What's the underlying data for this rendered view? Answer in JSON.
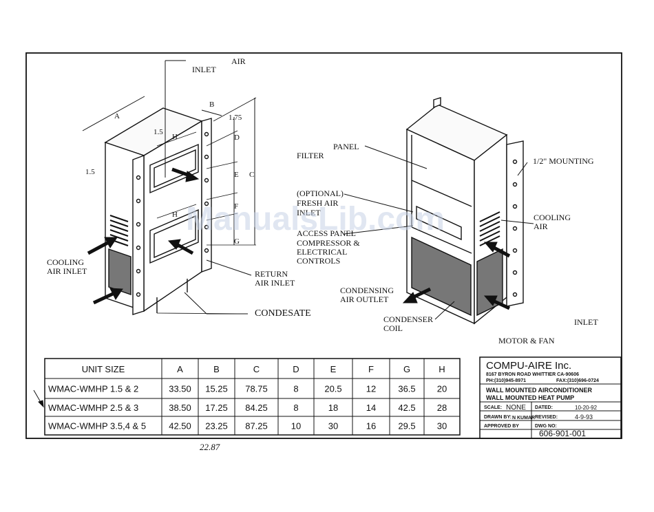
{
  "labels": {
    "air": "AIR",
    "inlet_top": "INLET",
    "dim_a": "A",
    "dim_b": "B",
    "dim_c": "C",
    "dim_d": "D",
    "dim_e": "E",
    "dim_f": "F",
    "dim_g": "G",
    "dim_h_top": "H",
    "dim_h_bottom": "H",
    "dim_175": "1.75",
    "dim_15_top": "1.5",
    "dim_15_left": "1.5",
    "cooling_air_inlet_1": "COOLING",
    "cooling_air_inlet_2": "AIR INLET",
    "return_air_inlet_1": "RETURN",
    "return_air_inlet_2": "AIR INLET",
    "condesate": "CONDESATE",
    "filter": "FILTER",
    "panel": "PANEL",
    "optional_1": "(OPTIONAL)",
    "optional_2": "FRESH AIR",
    "optional_3": "INLET",
    "access_1": "ACCESS PANEL",
    "access_2": "COMPRESSOR &",
    "access_3": "ELECTRICAL",
    "access_4": "CONTROLS",
    "mounting": "1/2\" MOUNTING",
    "cooling_air_1": "COOLING",
    "cooling_air_2": "AIR",
    "condensing_1": "CONDENSING",
    "condensing_2": "AIR OUTLET",
    "condenser_1": "CONDENSER",
    "condenser_2": "COIL",
    "inlet_right": "INLET",
    "motor_fan": "MOTOR & FAN",
    "handwritten_note": "22.87"
  },
  "watermark": "ManualsLib.com",
  "spec_table": {
    "headers": [
      "UNIT SIZE",
      "A",
      "B",
      "C",
      "D",
      "E",
      "F",
      "G",
      "H"
    ],
    "rows": [
      [
        "WMAC-WMHP  1.5 & 2",
        "33.50",
        "15.25",
        "78.75",
        "8",
        "20.5",
        "12",
        "36.5",
        "20"
      ],
      [
        "WMAC-WMHP  2.5 & 3",
        "38.50",
        "17.25",
        "84.25",
        "8",
        "18",
        "14",
        "42.5",
        "28"
      ],
      [
        "WMAC-WMHP 3.5,4 & 5",
        "42.50",
        "23.25",
        "87.25",
        "10",
        "30",
        "16",
        "29.5",
        "30"
      ]
    ]
  },
  "title_block": {
    "company": "COMPU-AIRE Inc.",
    "address": "8167 BYRON ROAD WHITTIER CA-90606",
    "phone": "PH:(310)945-8971",
    "fax": "FAX:(310)696-0724",
    "title_1": "WALL MOUNTED AIRCONDITIONER",
    "title_2": "WALL MOUNTED HEAT PUMP",
    "scale_label": "SCALE:",
    "scale_value": "NONE",
    "dated_label": "DATED:",
    "dated_value": "10-20-92",
    "drawn_label": "DRAWN BY:",
    "drawn_value": "N KUMAR",
    "revised_label": "REVISED:",
    "revised_value": "4-9-93",
    "approved_label": "APPROVED BY",
    "dwg_label": "DWG NO:",
    "dwg_value": "606-901-001"
  }
}
